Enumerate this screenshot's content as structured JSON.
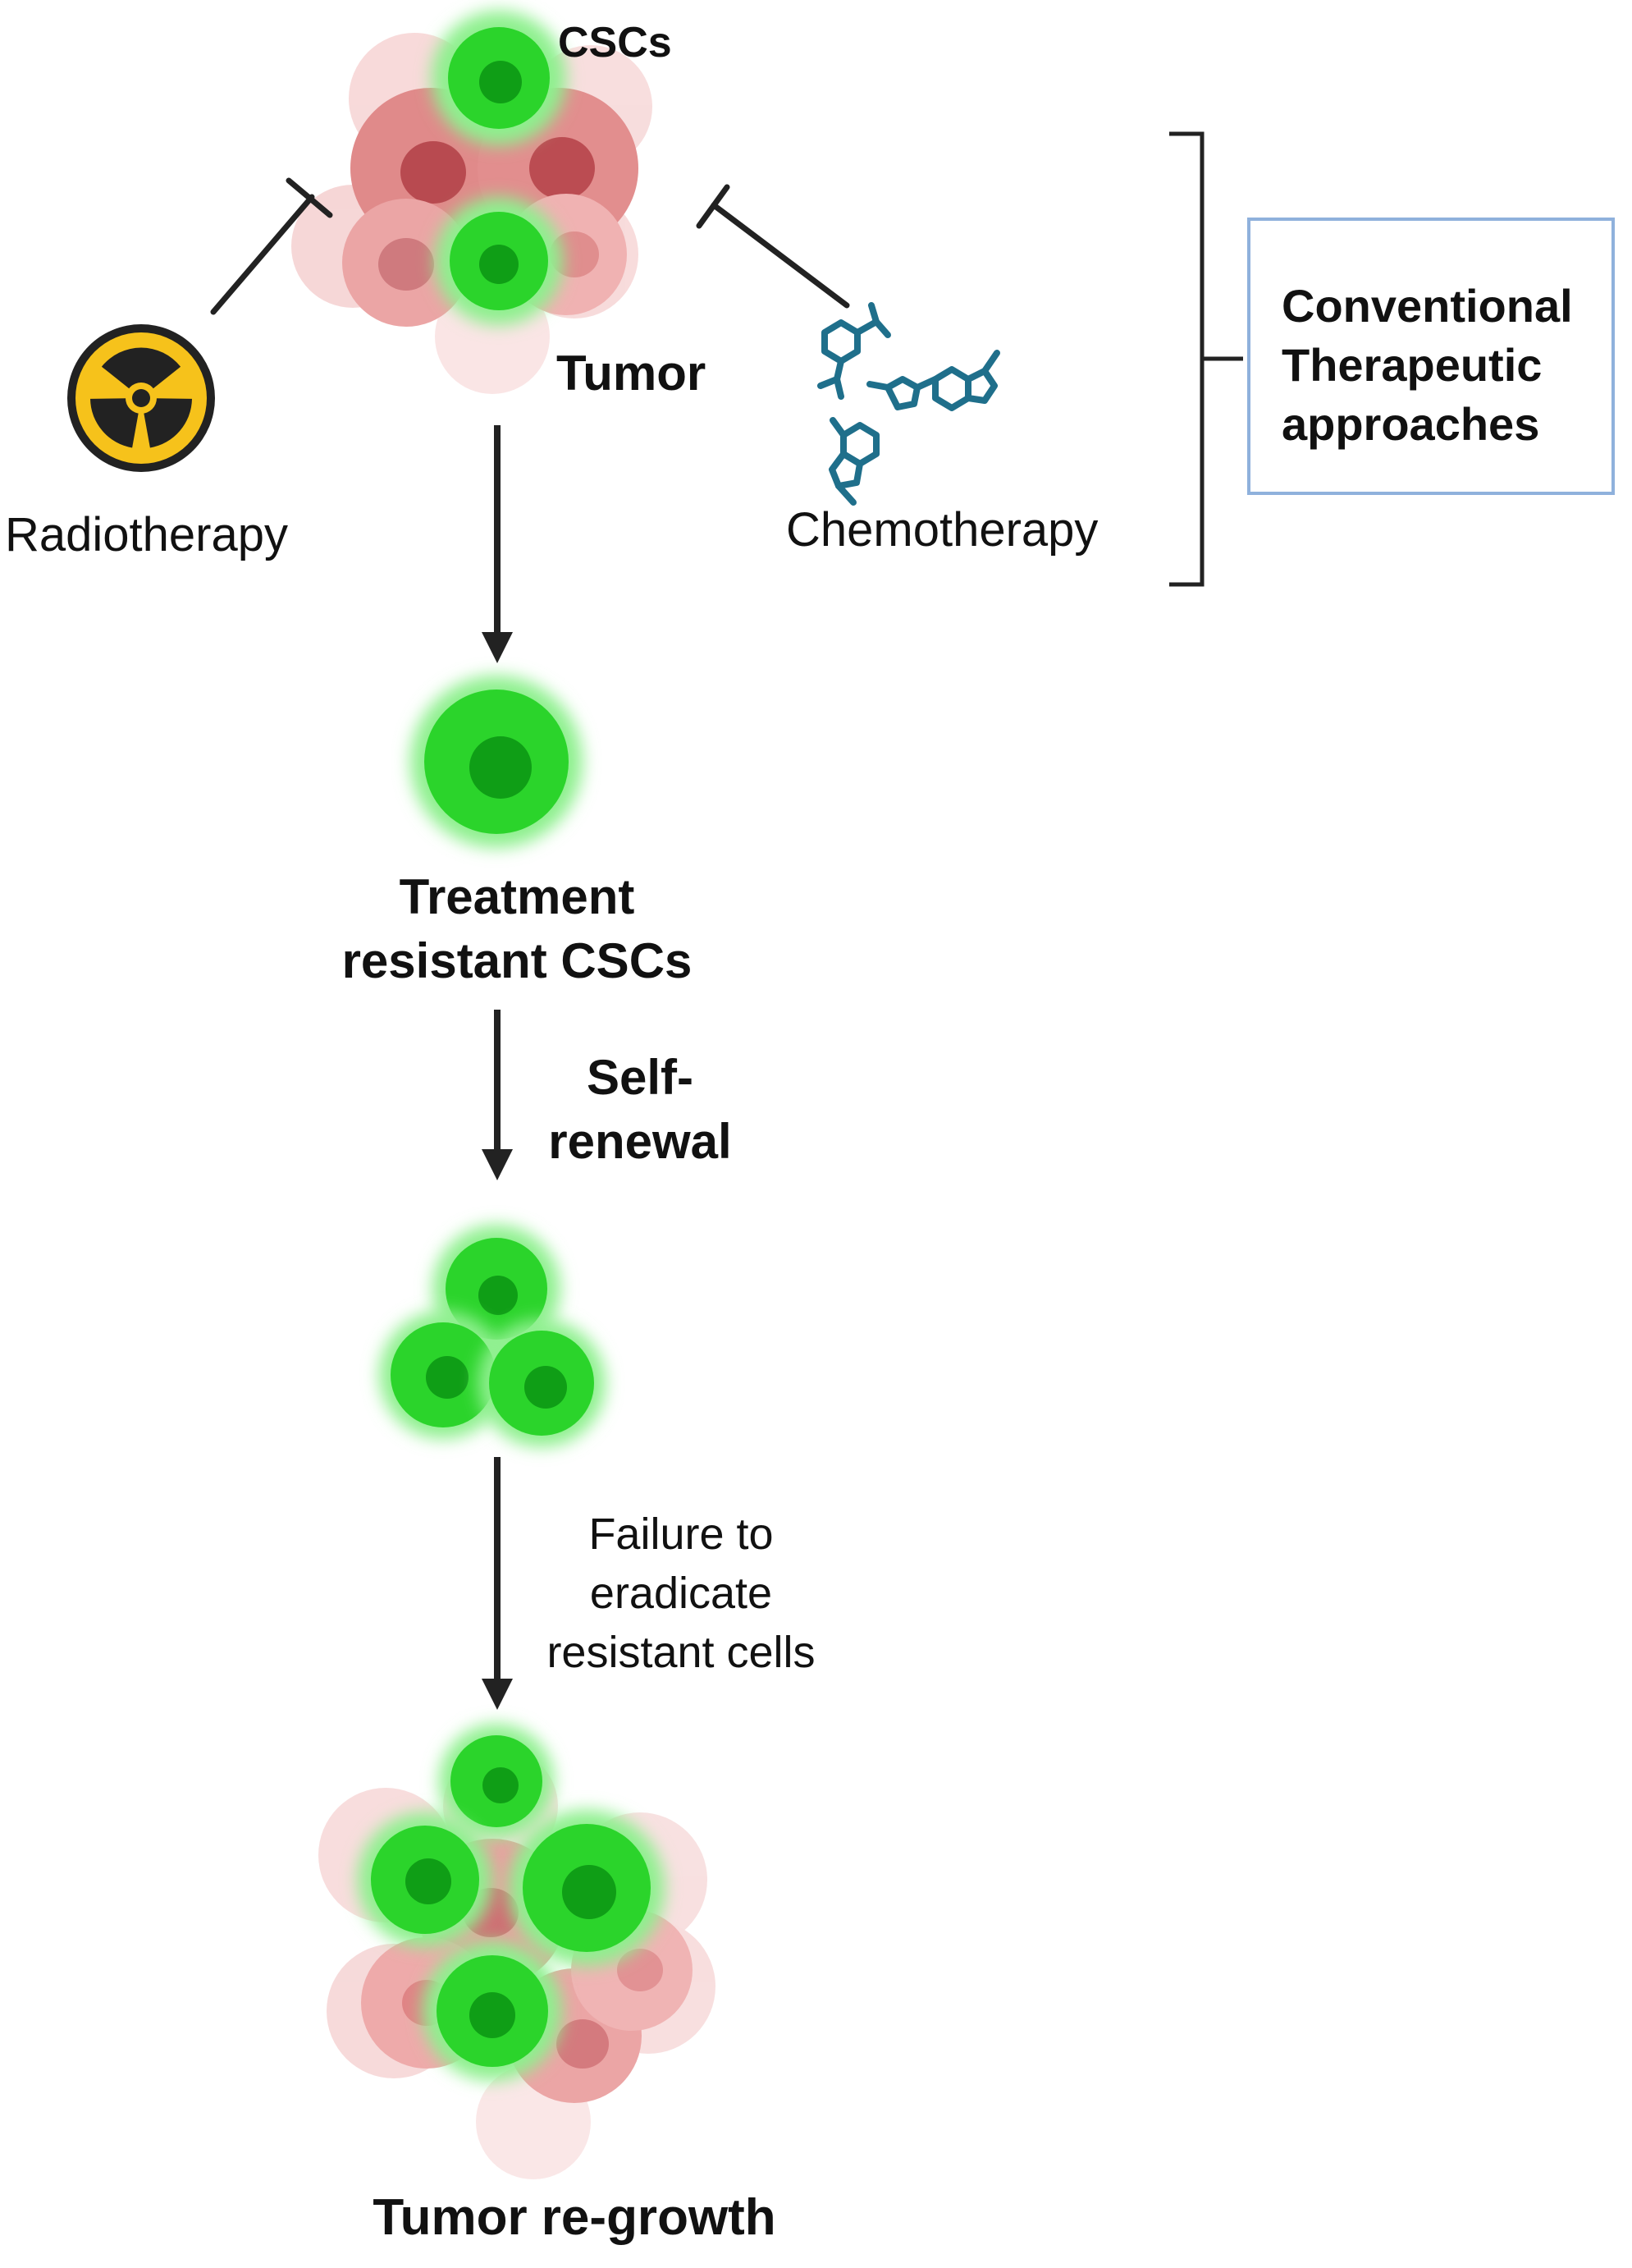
{
  "labels": {
    "cscs": "CSCs",
    "tumor": "Tumor",
    "radiotherapy": "Radiotherapy",
    "chemotherapy": "Chemotherapy",
    "approaches": [
      "Conventional",
      "Therapeutic",
      "approaches"
    ],
    "treatment_resistant": [
      "Treatment",
      "resistant CSCs"
    ],
    "self_renewal": [
      "Self-",
      "renewal"
    ],
    "failure": [
      "Failure to",
      "eradicate",
      "resistant cells"
    ],
    "regrowth": "Tumor re-growth"
  },
  "colors": {
    "stem_cell": "#2bd42b",
    "stem_cell_glow": "#8ef08e",
    "stem_nucleus": "#0f9e16",
    "tumor_cell": "#e59a9a",
    "tumor_cell_dark": "#cf6b6b",
    "tumor_nucleus": "#b8454c",
    "radiation_yellow": "#f6c21b",
    "chem_teal": "#1f6f8b",
    "box_border": "#8fb1dc",
    "line": "#222222"
  },
  "icons": [
    "radiation-icon",
    "chemistry-molecule-icon"
  ]
}
